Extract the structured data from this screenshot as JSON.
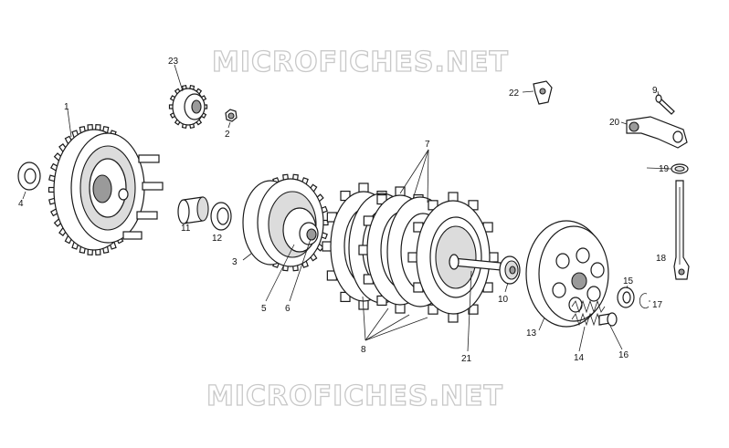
{
  "watermark": {
    "top": "MICROFICHES.NET",
    "bottom": "MICROFICHES.NET"
  },
  "callouts": {
    "c1": "1",
    "c2": "2",
    "c3": "3",
    "c4": "4",
    "c5": "5",
    "c6": "6",
    "c7": "7",
    "c8": "8",
    "c9": "9",
    "c10": "10",
    "c11": "11",
    "c12": "12",
    "c13": "13",
    "c14": "14",
    "c15": "15",
    "c16": "16",
    "c17": "17",
    "c18": "18",
    "c19": "19",
    "c20": "20",
    "c21": "21",
    "c22": "22",
    "c23": "23"
  }
}
